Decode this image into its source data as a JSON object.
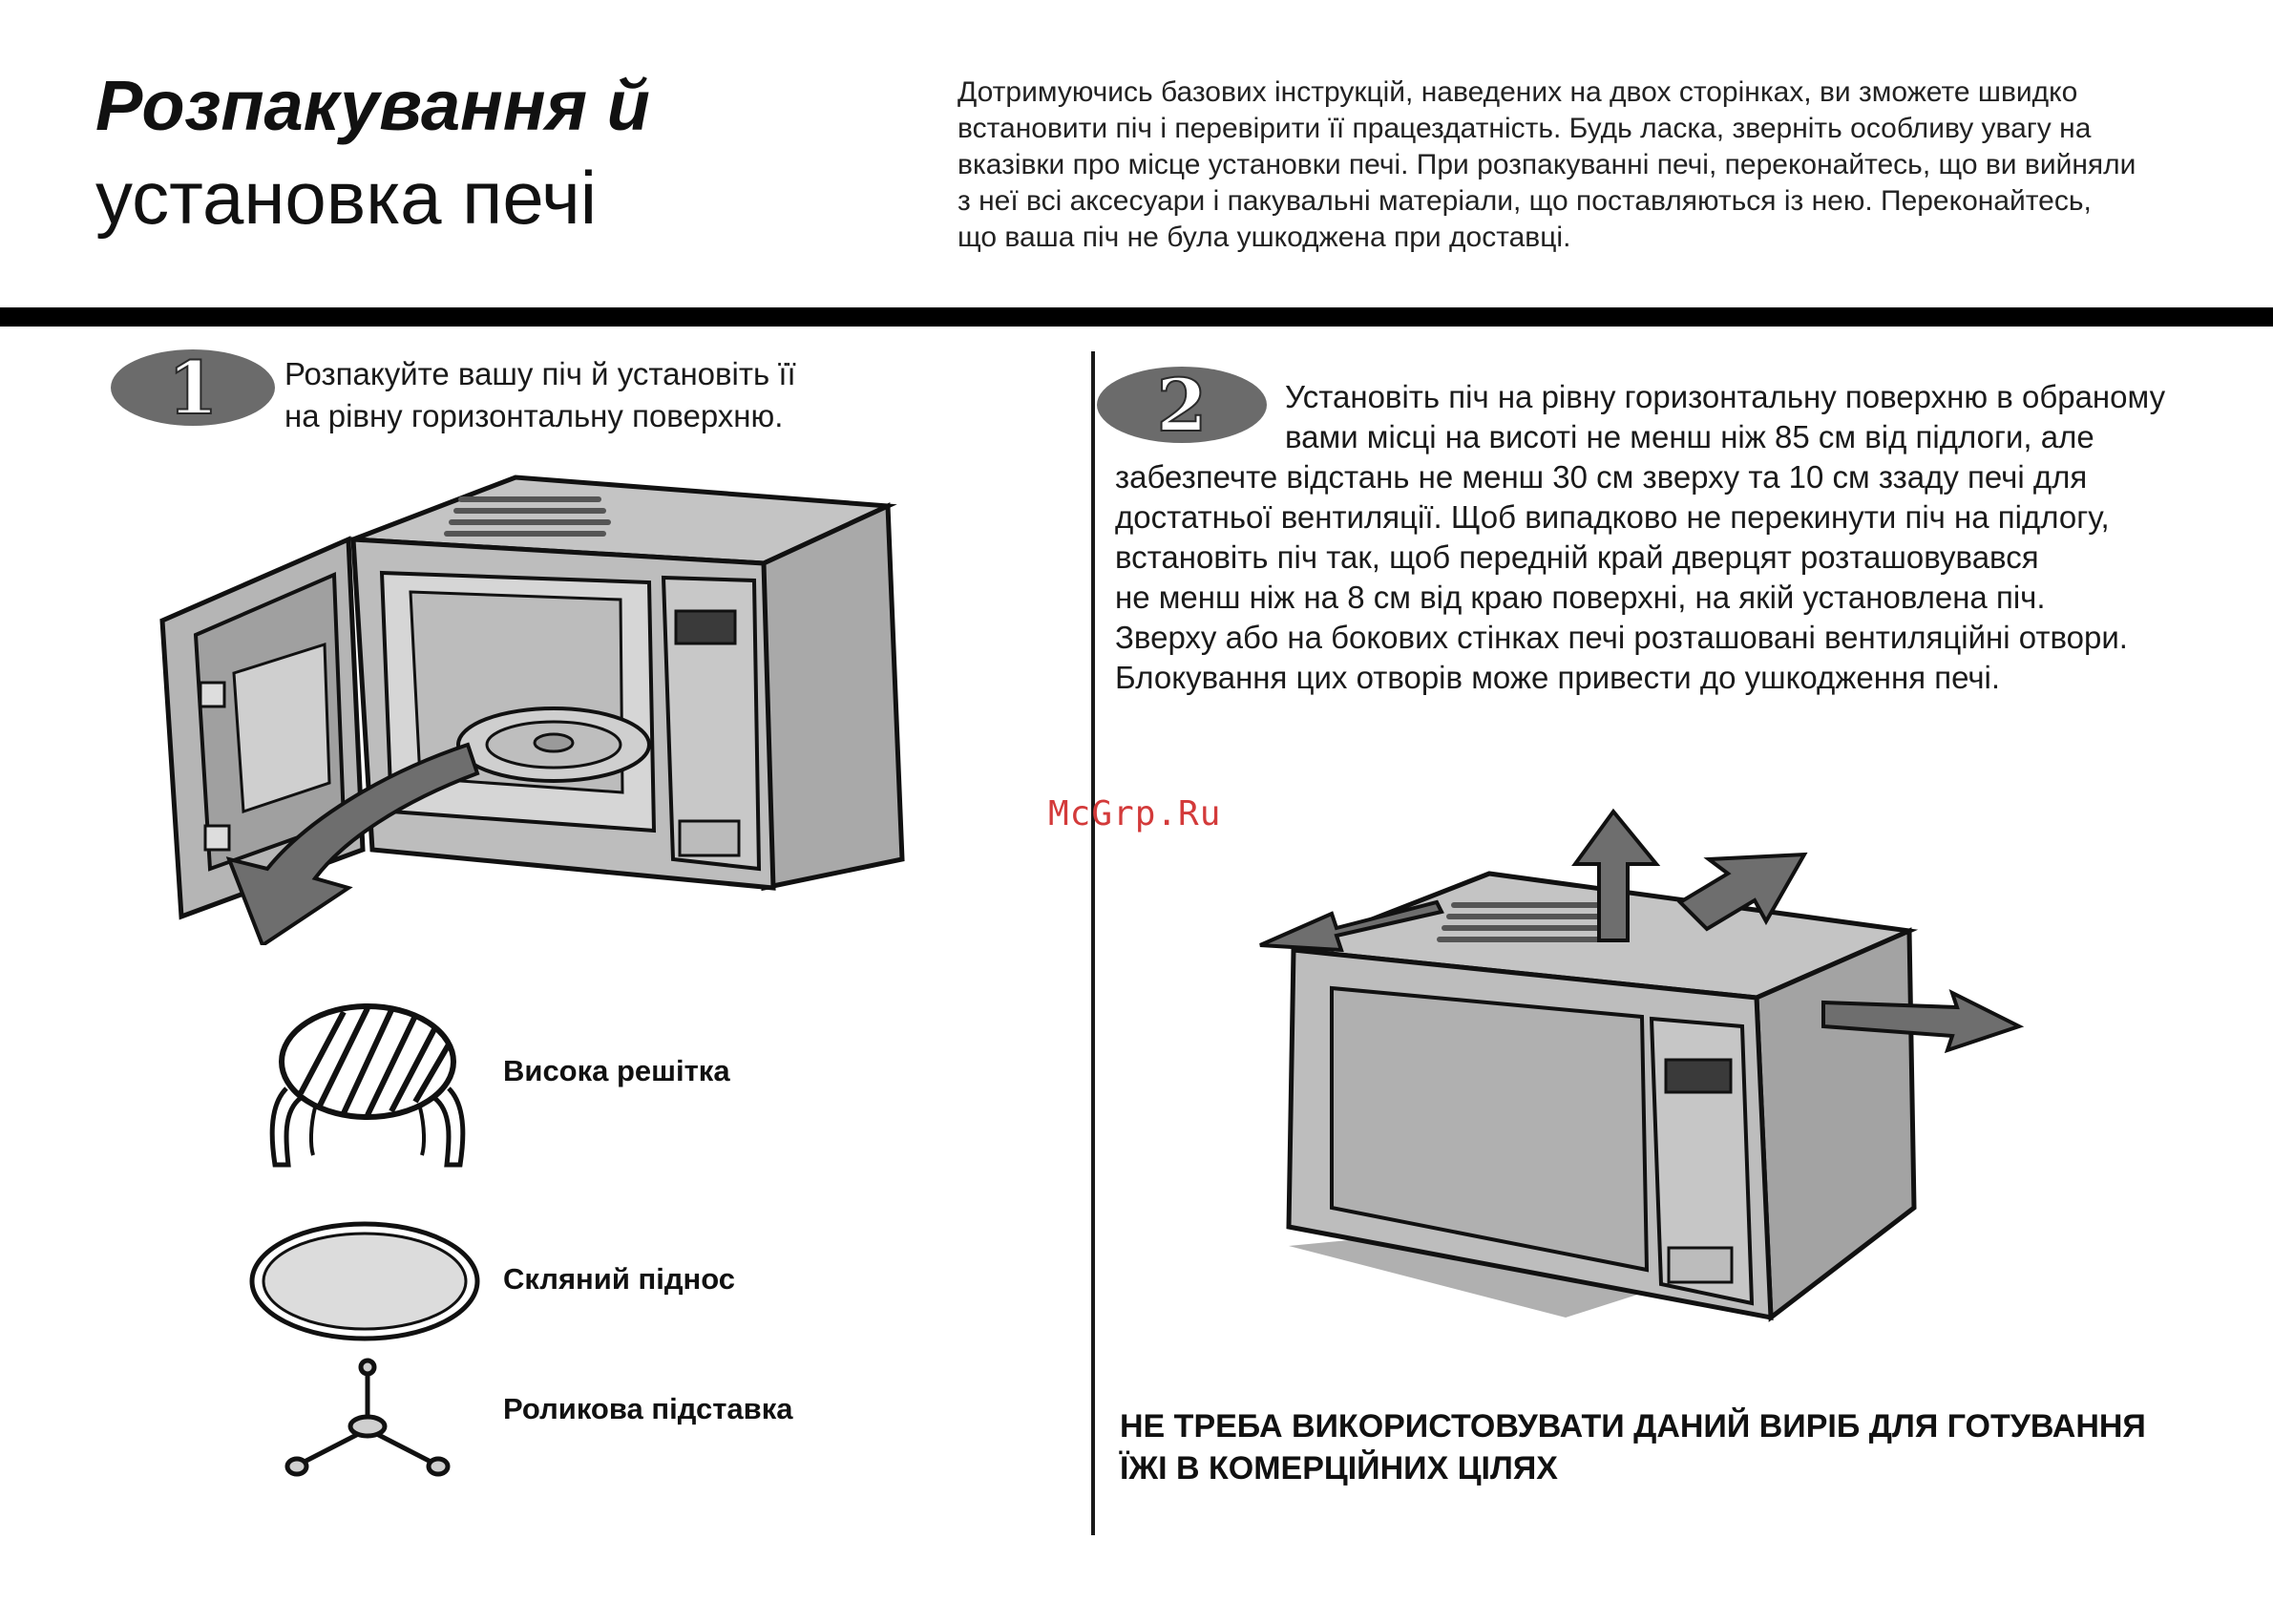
{
  "header": {
    "title_line1": "Розпакування й",
    "title_line2": "установка печі",
    "intro_lines": [
      "Дотримуючись базових інструкцій, наведених на двох сторінках, ви зможете швидко",
      "встановити піч і перевірити її працездатність. Будь ласка, зверніть особливу увагу на",
      "вказівки про місце установки печі. При розпакуванні печі, переконайтесь, що ви вийняли",
      "з неї всі аксесуари і пакувальні матеріали, що поставляються із нею. Переконайтесь,",
      "що ваша піч не була ушкоджена при доставці."
    ]
  },
  "step1": {
    "number": "1",
    "text_lines": [
      "Розпакуйте вашу піч й установіть її",
      "на рівну горизонтальну поверхню."
    ]
  },
  "accessories": {
    "rack_label": "Висока решітка",
    "tray_label": "Скляний піднос",
    "roller_label": "Роликова підставка"
  },
  "step2": {
    "number": "2",
    "text_lines": [
      "Установіть піч на рівну горизонтальну поверхню в обраному",
      "вами місці на висоті не менш ніж 85 см від підлоги, але",
      "забезпечте відстань не менш 30 см зверху та 10 см ззаду печі для",
      "достатньої вентиляції.  Щоб випадково не перекинути піч на підлогу,",
      "встановіть піч так, щоб передній край  дверцят розташовувався",
      "не менш ніж на 8 см від краю поверхні, на якій установлена піч.",
      "Зверху або на бокових стінках печі розташовані вентиляційні отвори.",
      "Блокування цих отворів може привести до ушкодження печі."
    ]
  },
  "warning_lines": [
    "НЕ ТРЕБА ВИКОРИСТОВУВАТИ ДАНИЙ ВИРІБ ДЛЯ ГОТУВАННЯ",
    "ЇЖІ В КОМЕРЦІЙНИХ ЦІЛЯХ"
  ],
  "watermark": "McGrp.Ru",
  "colors": {
    "appliance_gray": "#b8b8b8",
    "appliance_dark": "#8a8a8a",
    "arrow_gray": "#6e6e6e",
    "badge_gray": "#6b6b6b",
    "watermark_red": "#d33a3a"
  }
}
